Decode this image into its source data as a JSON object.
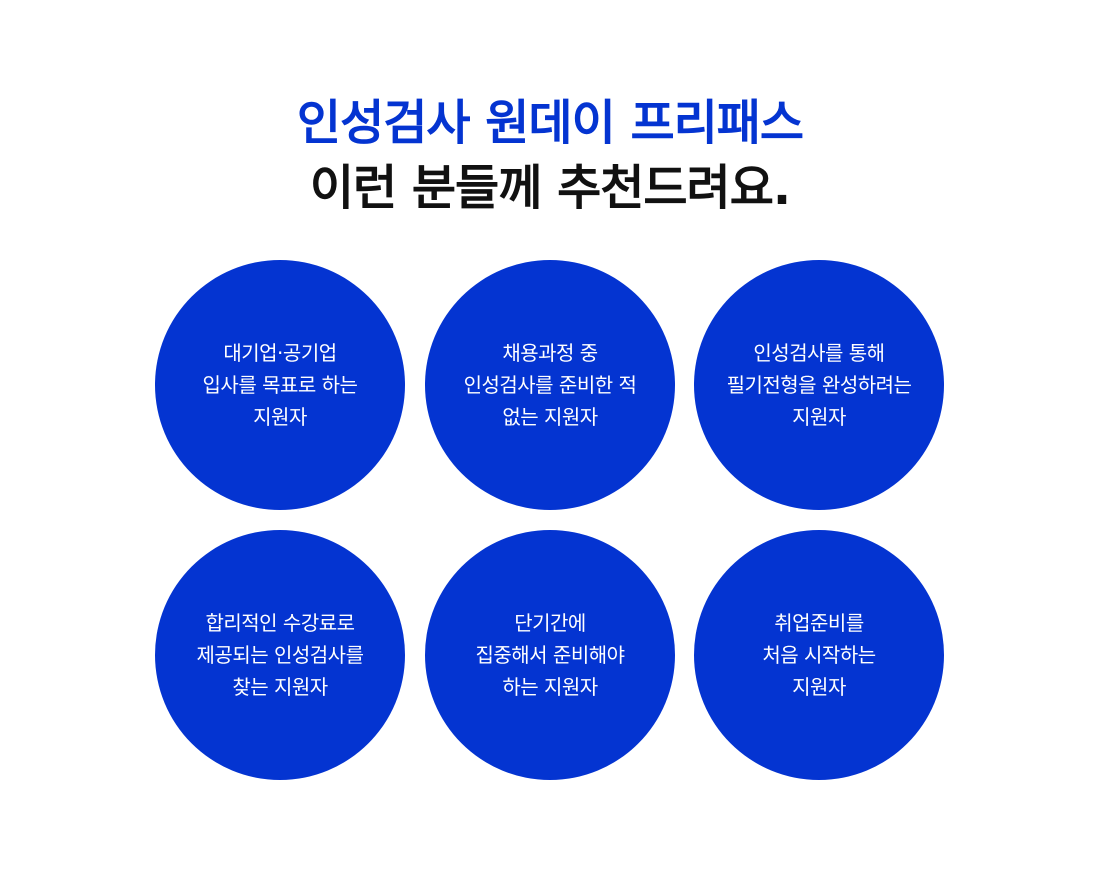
{
  "colors": {
    "accent": "#0434d1",
    "ink": "#111111"
  },
  "header": {
    "title_line1": "인성검사 원데이 프리패스",
    "title_line2": "이런 분들께 추천드려요."
  },
  "targets": [
    {
      "lines": [
        "대기업·공기업",
        "입사를 목표로 하는",
        "지원자"
      ]
    },
    {
      "lines": [
        "채용과정 중",
        "인성검사를 준비한 적",
        "없는 지원자"
      ]
    },
    {
      "lines": [
        "인성검사를 통해",
        "필기전형을 완성하려는",
        "지원자"
      ]
    },
    {
      "lines": [
        "합리적인 수강료로",
        "제공되는 인성검사를",
        "찾는 지원자"
      ]
    },
    {
      "lines": [
        "단기간에",
        "집중해서 준비해야",
        "하는 지원자"
      ]
    },
    {
      "lines": [
        "취업준비를",
        "처음 시작하는",
        "지원자"
      ]
    }
  ]
}
